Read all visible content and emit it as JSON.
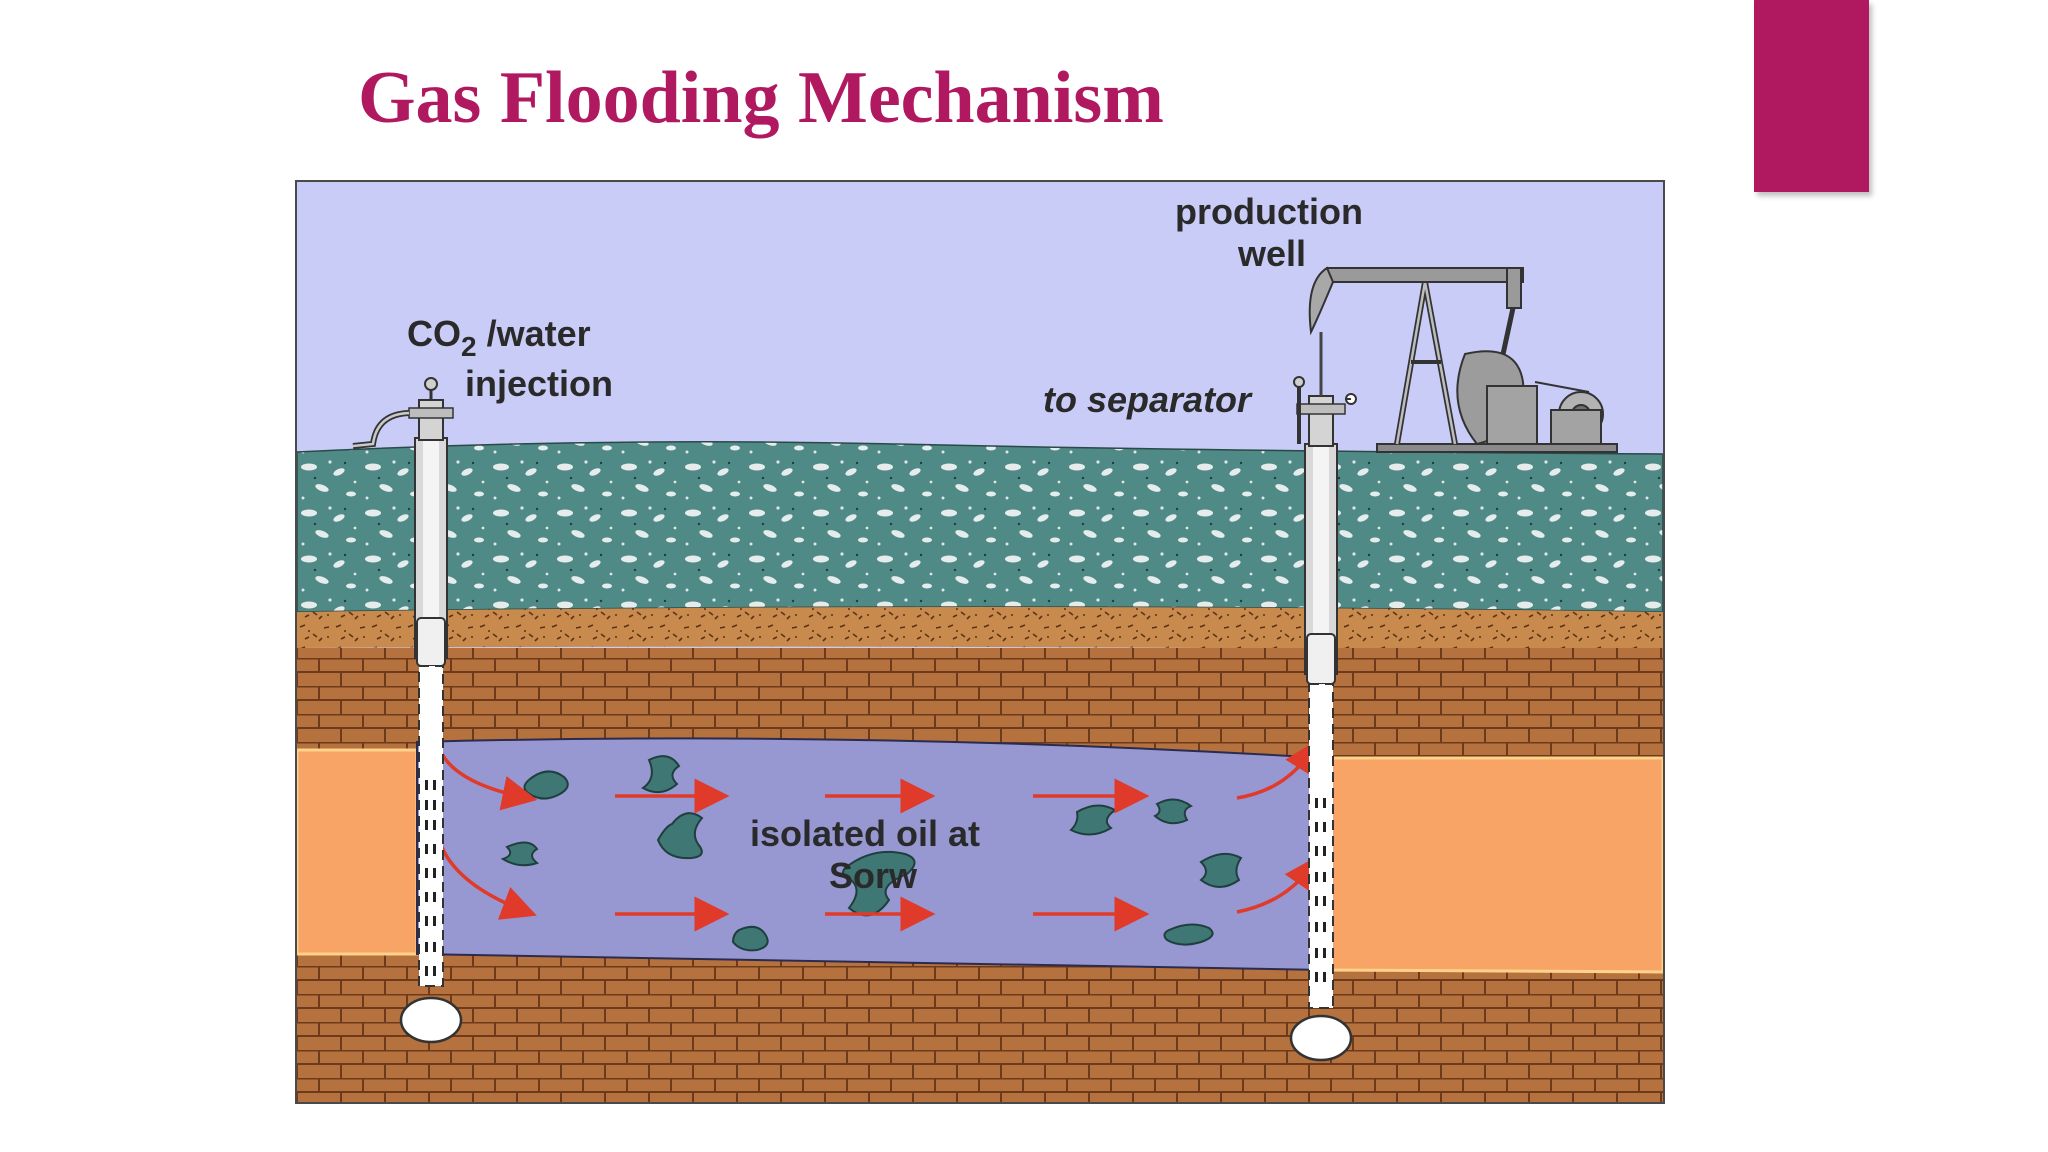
{
  "slide": {
    "title": "Gas Flooding Mechanism"
  },
  "diagram": {
    "labels": {
      "production_line1": "production",
      "production_line2": "well",
      "injection_line1_main": "CO",
      "injection_line1_sub": "2",
      "injection_line1_rest": " /water",
      "injection_line2": "injection",
      "separator": "to separator",
      "oil_line1": "isolated oil at",
      "oil_line2": "Sorw"
    },
    "colors": {
      "sky": "#c9ccf7",
      "rock_layer": "#4f8a86",
      "sand_layer": "#c98a4e",
      "brick_layer": "#b5713e",
      "reservoir": "#9798d2",
      "oil_zone": "#f7a466",
      "oil_blob": "#3f7775",
      "flow_arrow": "#e03a2a",
      "title_accent": "#b0195f"
    }
  }
}
